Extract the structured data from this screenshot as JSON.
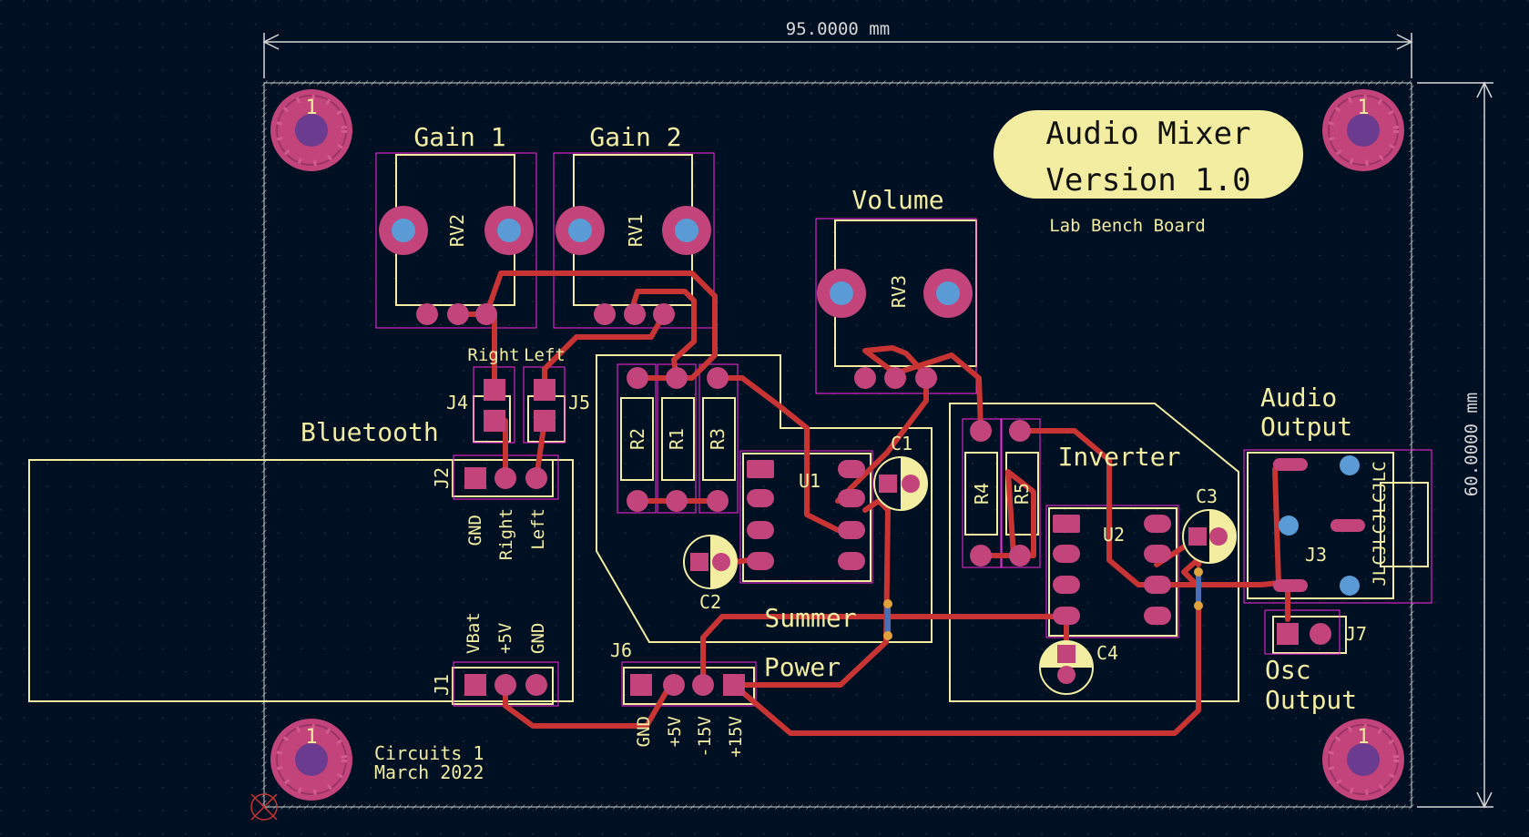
{
  "dimensions": {
    "width": "95.0000 mm",
    "height": "60.0000 mm"
  },
  "title_block": {
    "line1": "Audio Mixer",
    "line2": "Version 1.0",
    "subtitle": "Lab Bench Board"
  },
  "labels": {
    "gain1": "Gain 1",
    "gain2": "Gain 2",
    "volume": "Volume",
    "bluetooth": "Bluetooth",
    "audio_output_1": "Audio",
    "audio_output_2": "Output",
    "inverter": "Inverter",
    "summer": "Summer",
    "power": "Power",
    "osc_output_1": "Osc",
    "osc_output_2": "Output",
    "right": "Right",
    "left": "Left",
    "footer_1": "Circuits 1",
    "footer_2": "March 2022",
    "mounting_hole": "1",
    "jlc": "JLCJLCJLCJLC"
  },
  "refs": {
    "rv1": "RV1",
    "rv2": "RV2",
    "rv3": "RV3",
    "j1": "J1",
    "j2": "J2",
    "j3": "J3",
    "j4": "J4",
    "j5": "J5",
    "j6": "J6",
    "j7": "J7",
    "r1": "R1",
    "r2": "R2",
    "r3": "R3",
    "r4": "R4",
    "r5": "R5",
    "u1": "U1",
    "u2": "U2",
    "c1": "C1",
    "c2": "C2",
    "c3": "C3",
    "c4": "C4"
  },
  "pins": {
    "j2": [
      "GND",
      "Right",
      "Left"
    ],
    "j1": [
      "VBat",
      "+5V",
      "GND"
    ],
    "j6": [
      "GND",
      "+5V",
      "-15V",
      "+15V"
    ]
  },
  "colors": {
    "background": "#001023",
    "silkscreen": "#f2eda1",
    "copper": "#c83434",
    "pad": "#c2447a",
    "drill": "#5b9bd5",
    "courtyard": "#ff26e2",
    "edge": "#d0d2cd"
  }
}
